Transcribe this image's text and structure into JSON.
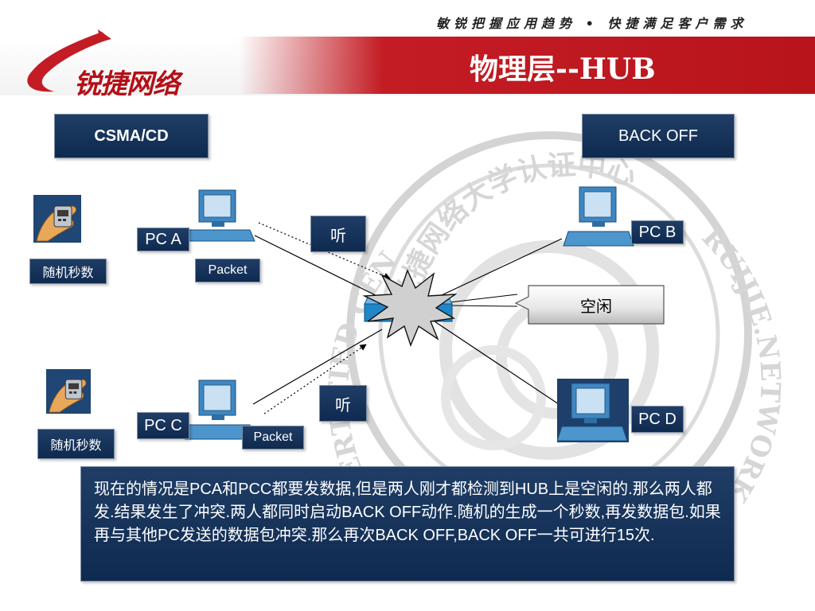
{
  "header": {
    "slogan": "敏锐把握应用趋势 • 快捷满足客户需求",
    "title": "物理层--HUB",
    "logo_text": "锐捷网络",
    "brand_color": "#c41c24"
  },
  "watermark": {
    "ring_text": "锐捷网络大学认证中心",
    "outer_text_left": "CERTIFIED CENTER",
    "outer_text_right": "RUIJIE.NETWORKS"
  },
  "labels": {
    "csma": "CSMA/CD",
    "backoff": "BACK OFF",
    "pc_a": "PC A",
    "pc_b": "PC B",
    "pc_c": "PC C",
    "pc_d": "PC D",
    "packet_a": "Packet",
    "packet_c": "Packet",
    "listen_a": "听",
    "listen_c": "听",
    "random_a": "随机秒数",
    "random_c": "随机秒数",
    "idle": "空闲"
  },
  "info_text": "现在的情况是PCA和PCC都要发数据,但是两人刚才都检测到HUB上是空闲的.那么两人都发.结果发生了冲突.两人都同时启动BACK OFF动作.随机的生成一个秒数,再发数据包.如果再与其他PC发送的数据包冲突.那么再次BACK OFF,BACK OFF一共可进行15次.",
  "colors": {
    "navy": "#12305a",
    "pc_blue": "#2a7ab8",
    "hub_blue": "#1f87c9"
  }
}
